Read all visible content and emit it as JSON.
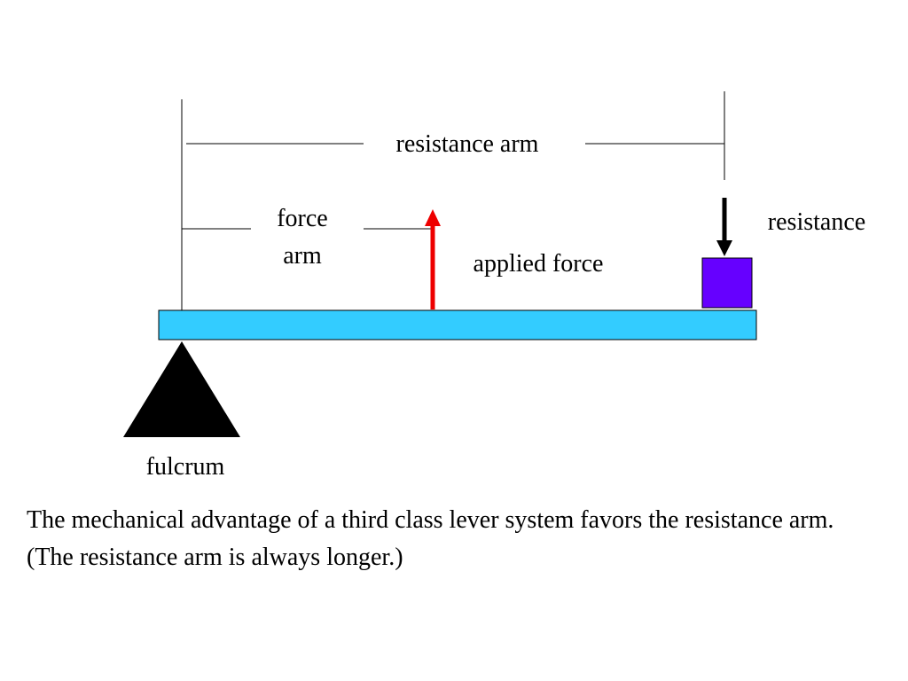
{
  "labels": {
    "resistance_arm": "resistance arm",
    "force_arm_line1": "force",
    "force_arm_line2": "arm",
    "applied_force": "applied force",
    "resistance": "resistance",
    "fulcrum": "fulcrum"
  },
  "caption": "The mechanical advantage of a third class lever system favors the resistance arm. (The resistance arm is always longer.)",
  "colors": {
    "lever_bar": "#33CCFF",
    "applied_force_arrow": "#EE0000",
    "resistance_block": "#6600FF",
    "resistance_arrow": "#000000",
    "fulcrum": "#000000"
  }
}
